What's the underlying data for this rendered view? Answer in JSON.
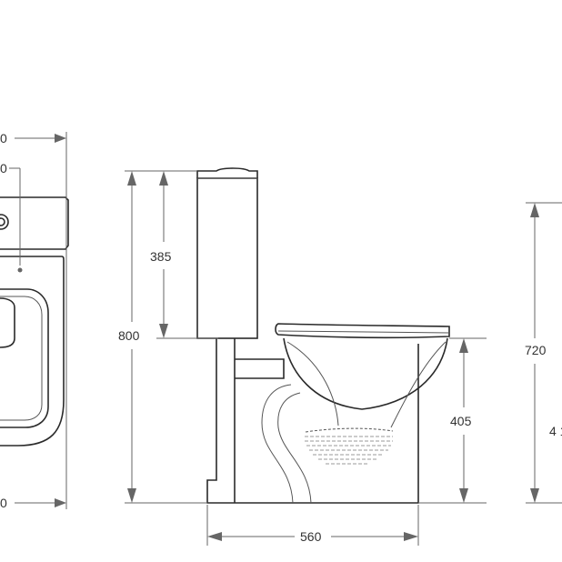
{
  "dimensions": {
    "tank_height": "385",
    "total_height": "800",
    "bowl_height": "405",
    "depth": "560",
    "right_height": "720",
    "right_partial": "4 1",
    "left_top_partial": "0",
    "left_second_partial": "0",
    "left_bottom_partial": "0"
  },
  "colors": {
    "outline": "#2a2a2a",
    "dimension": "#666666"
  }
}
